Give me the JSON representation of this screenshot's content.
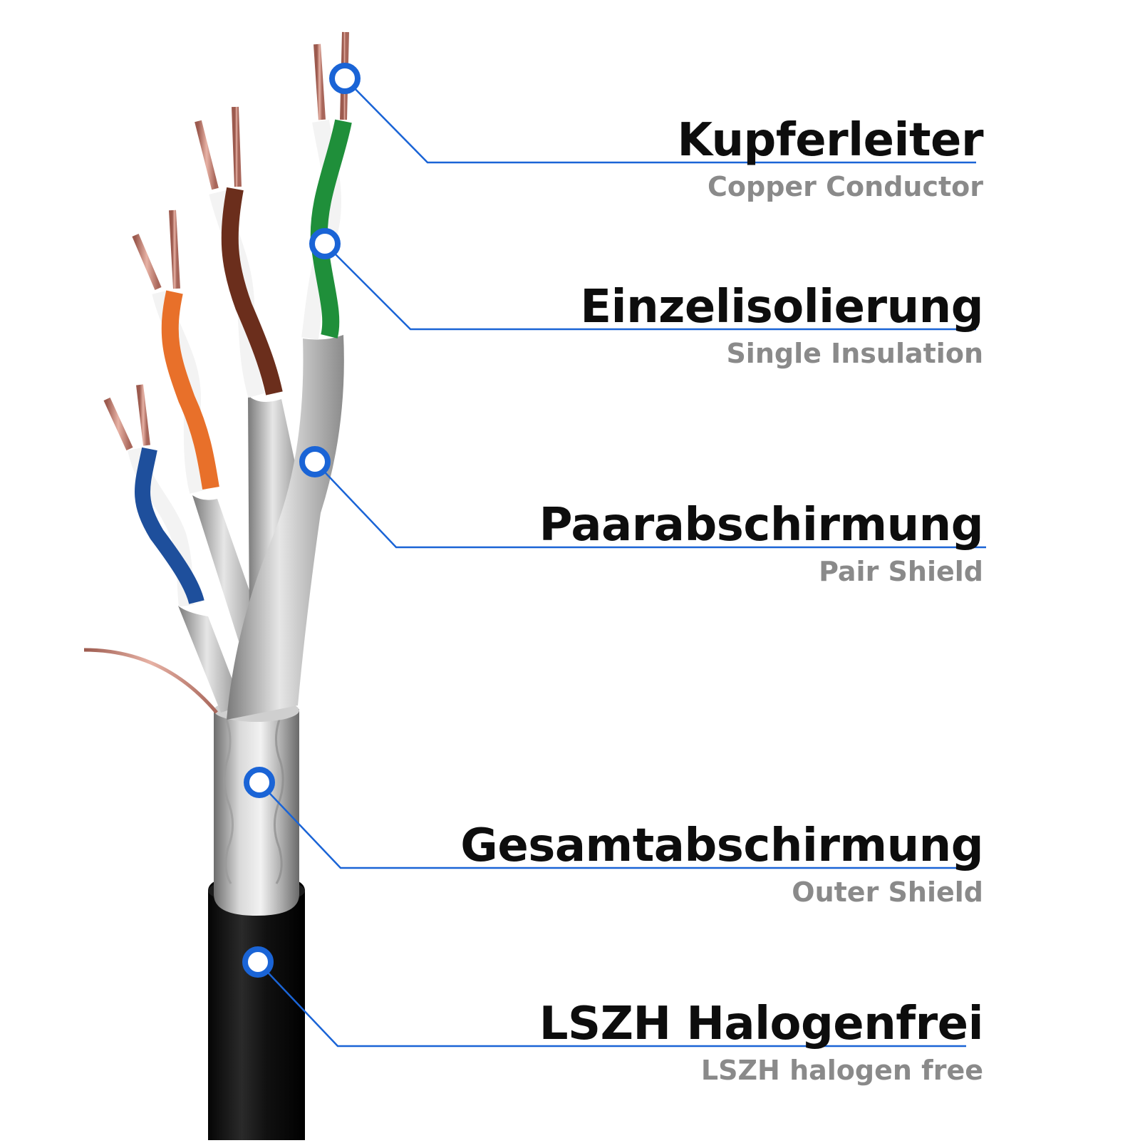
{
  "colors": {
    "accent": "#1a64d6",
    "title_text": "#0d0d0d",
    "subtitle_text": "#8a8a8a",
    "jacket": "#121212",
    "foil": "#b9b9b9",
    "copper": "#c9877a"
  },
  "labels": [
    {
      "id": "kupferleiter",
      "title": "Kupferleiter",
      "subtitle": "Copper Conductor"
    },
    {
      "id": "einzelisolierung",
      "title": "Einzelisolierung",
      "subtitle": "Single Insulation"
    },
    {
      "id": "paarabschirmung",
      "title": "Paarabschirmung",
      "subtitle": "Pair Shield"
    },
    {
      "id": "gesamtabschirmung",
      "title": "Gesamtabschirmung",
      "subtitle": "Outer Shield"
    },
    {
      "id": "lszh",
      "title": "LSZH Halogenfrei",
      "subtitle": "LSZH halogen free"
    }
  ],
  "wire_pairs": [
    {
      "name": "blue-pair",
      "color": "#1e4f9c"
    },
    {
      "name": "orange-pair",
      "color": "#e8702a"
    },
    {
      "name": "brown-pair",
      "color": "#6b2e1c"
    },
    {
      "name": "green-pair",
      "color": "#1f8f3a"
    }
  ]
}
